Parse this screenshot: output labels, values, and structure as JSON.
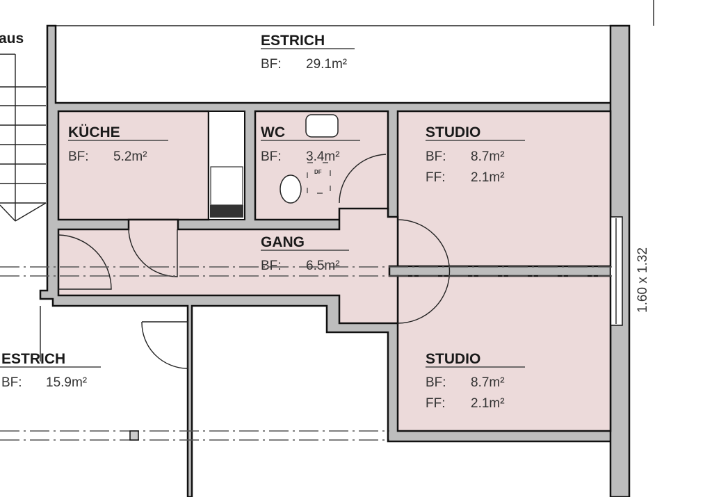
{
  "colors": {
    "room_fill": "#ecdada",
    "wall_fill": "#bdbdbd",
    "line": "#111111"
  },
  "fragment_label": "aus",
  "rooms": [
    {
      "name": "ESTRICH",
      "bf_label": "BF:",
      "bf": "29.1m²"
    },
    {
      "name": "KÜCHE",
      "bf_label": "BF:",
      "bf": "5.2m²"
    },
    {
      "name": "WC",
      "bf_label": "BF:",
      "bf": "3.4m²",
      "fixture_label": "DF"
    },
    {
      "name": "STUDIO",
      "bf_label": "BF:",
      "bf": "8.7m²",
      "ff_label": "FF:",
      "ff": "2.1m²"
    },
    {
      "name": "GANG",
      "bf_label": "BF:",
      "bf": "6.5m²"
    },
    {
      "name": "STUDIO",
      "bf_label": "BF:",
      "bf": "8.7m²",
      "ff_label": "FF:",
      "ff": "2.1m²"
    },
    {
      "name": "ESTRICH",
      "bf_label": "BF:",
      "bf": "15.9m²"
    }
  ],
  "window_dimension": "1.60 x 1.32"
}
